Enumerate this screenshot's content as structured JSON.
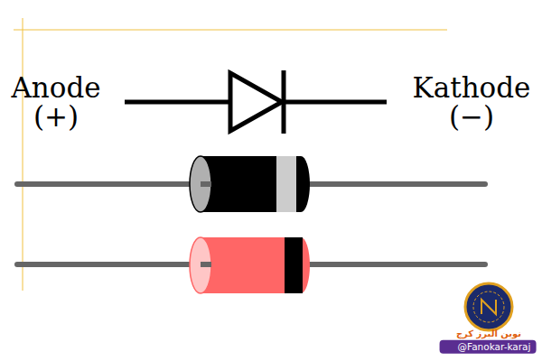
{
  "diagram": {
    "labels": [
      "Anode",
      "(+)",
      "Kathode",
      "(−)",
      "نوین البرز کرج",
      "@Fanokar-karaj"
    ]
  }
}
